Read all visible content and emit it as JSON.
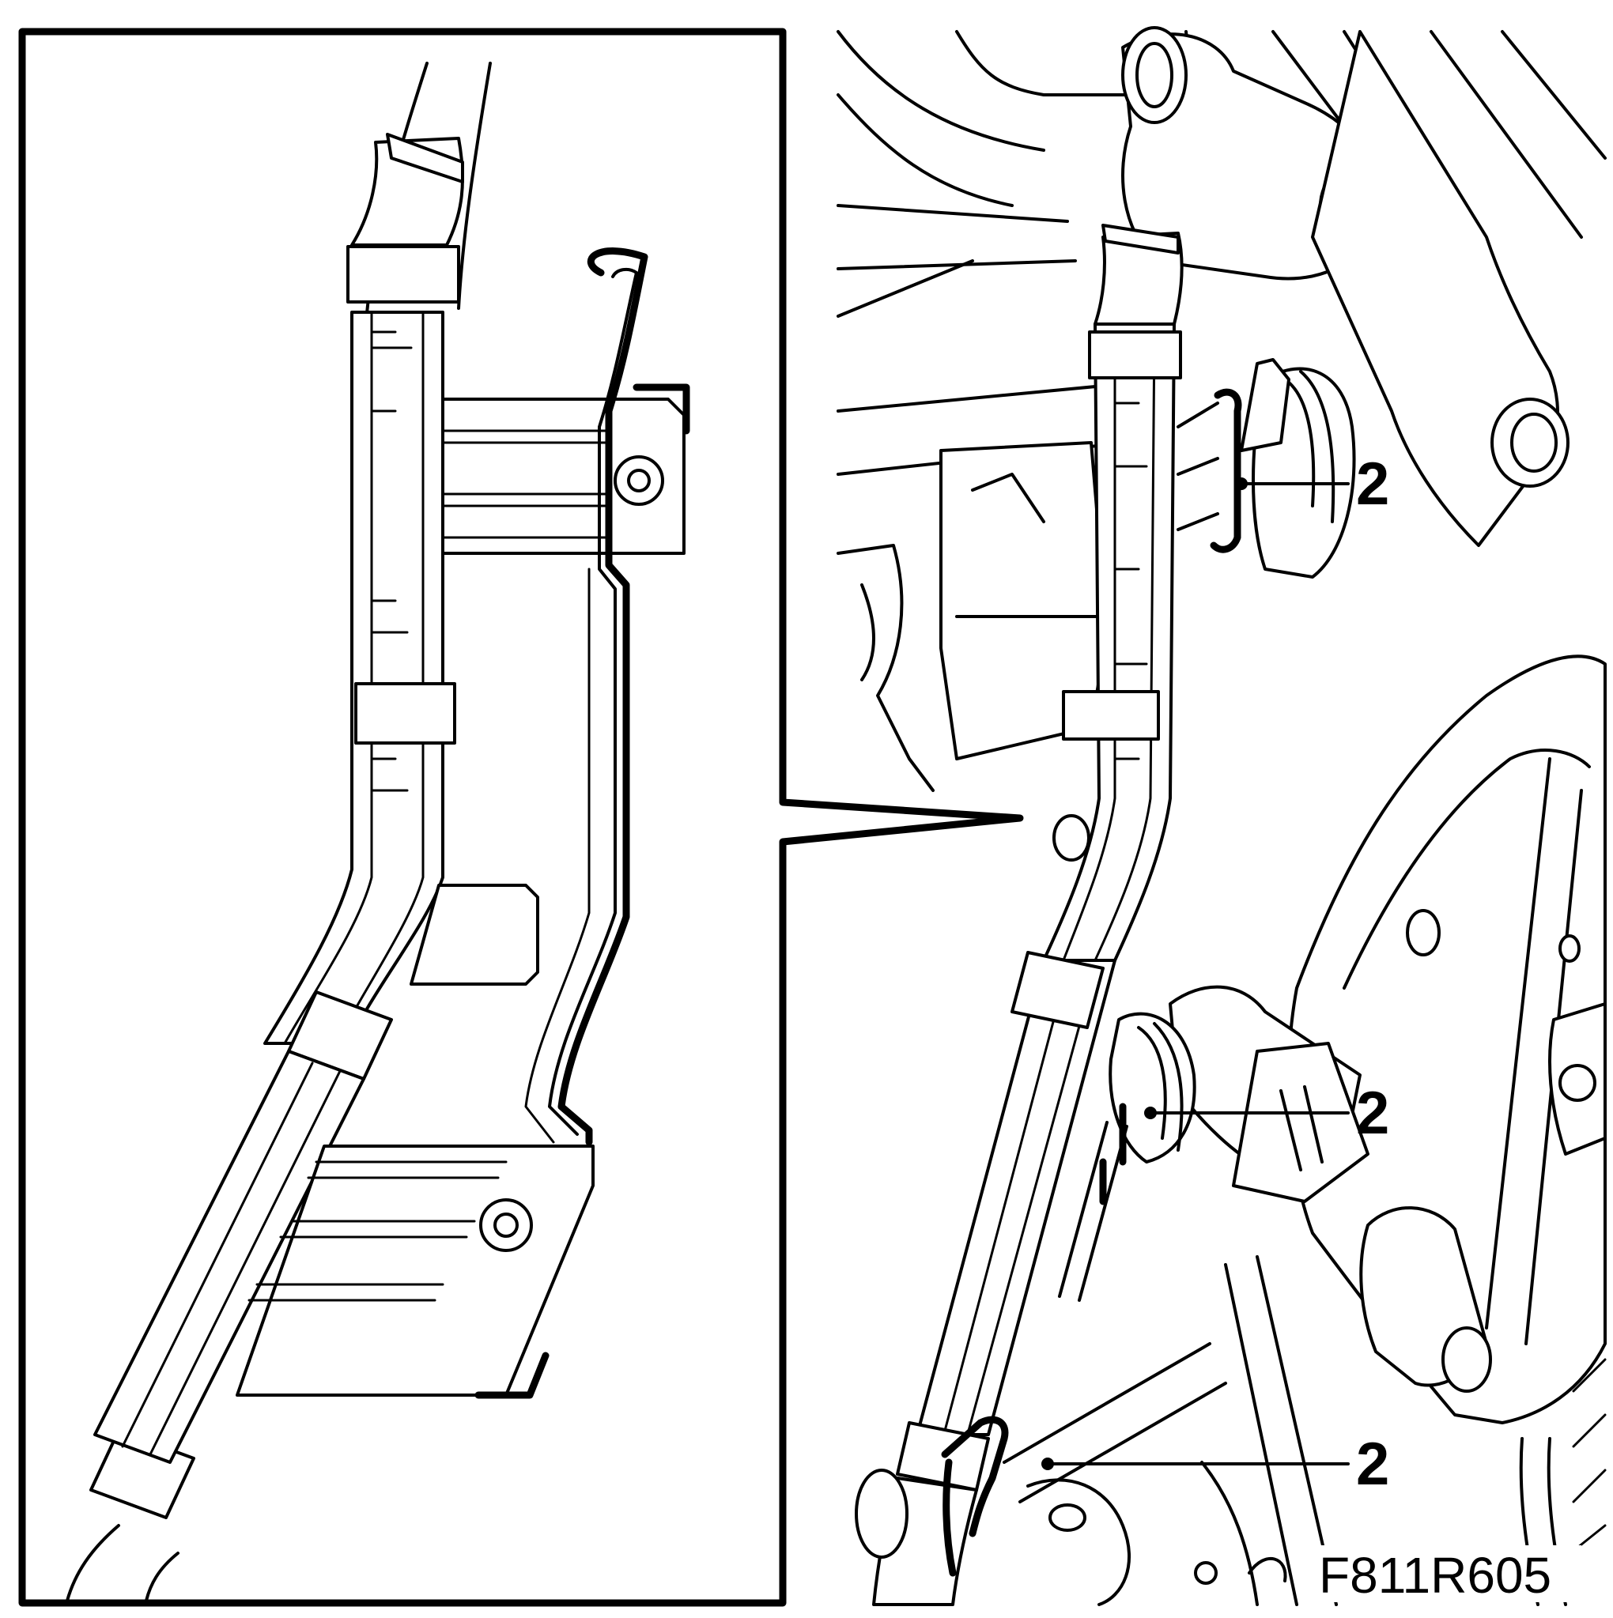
{
  "figure": {
    "code": "F811R605",
    "callouts": [
      {
        "label": "2"
      },
      {
        "label": "2"
      },
      {
        "label": "2"
      }
    ]
  }
}
